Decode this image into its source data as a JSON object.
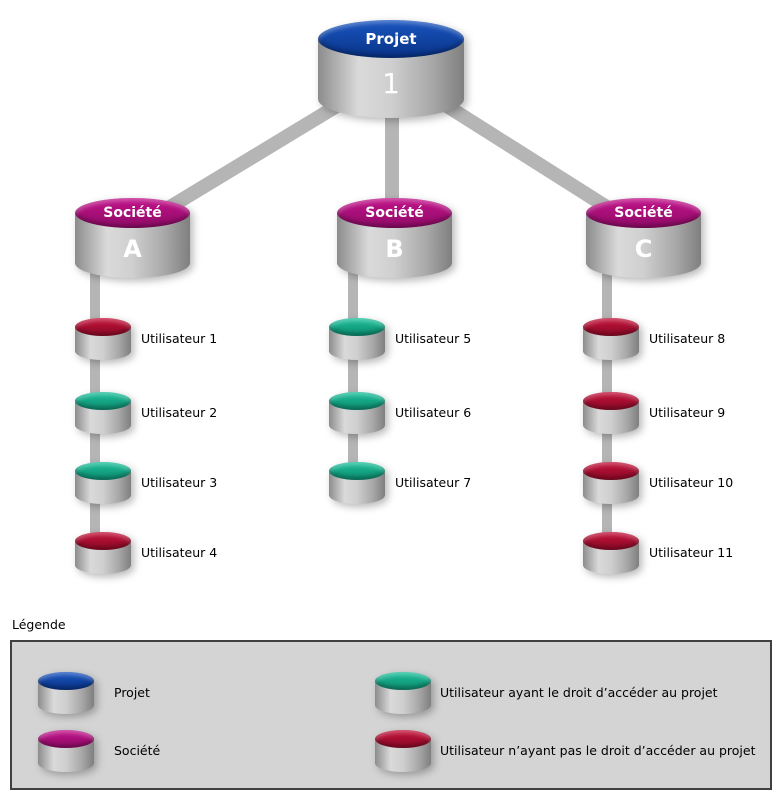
{
  "diagram": {
    "project": {
      "label": "Projet",
      "id": "1"
    },
    "companies": [
      {
        "label": "Société",
        "id": "A",
        "users": [
          {
            "label": "Utilisateur 1",
            "access": "denied"
          },
          {
            "label": "Utilisateur 2",
            "access": "granted"
          },
          {
            "label": "Utilisateur 3",
            "access": "granted"
          },
          {
            "label": "Utilisateur 4",
            "access": "denied"
          }
        ]
      },
      {
        "label": "Société",
        "id": "B",
        "users": [
          {
            "label": "Utilisateur 5",
            "access": "granted"
          },
          {
            "label": "Utilisateur 6",
            "access": "granted"
          },
          {
            "label": "Utilisateur 7",
            "access": "granted"
          }
        ]
      },
      {
        "label": "Société",
        "id": "C",
        "users": [
          {
            "label": "Utilisateur 8",
            "access": "denied"
          },
          {
            "label": "Utilisateur 9",
            "access": "denied"
          },
          {
            "label": "Utilisateur 10",
            "access": "denied"
          },
          {
            "label": "Utilisateur 11",
            "access": "denied"
          }
        ]
      }
    ]
  },
  "colors": {
    "projet": "#0b41a8",
    "societe": "#b0107e",
    "acces_autorise": "#12a487",
    "acces_refuse": "#ad1331",
    "cylindre_corps": "#b5b5b5"
  },
  "legend": {
    "title": "Légende",
    "items": [
      {
        "label": "Projet",
        "color": "#0b41a8"
      },
      {
        "label": "Société",
        "color": "#b0107e"
      },
      {
        "label": "Utilisateur ayant le droit d’accéder au projet",
        "color": "#12a487"
      },
      {
        "label": "Utilisateur n’ayant pas le droit d’accéder au projet",
        "color": "#ad1331"
      }
    ]
  }
}
